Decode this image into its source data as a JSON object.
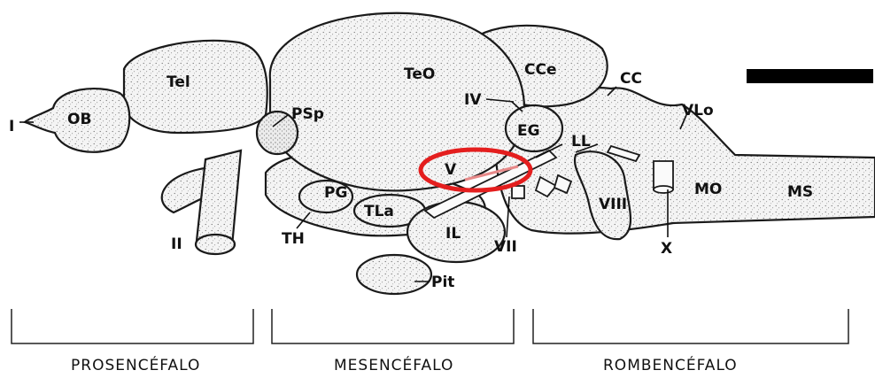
{
  "labels": {
    "OB": "OB",
    "Tel": "Tel",
    "I": "I",
    "II": "II",
    "PSp": "PSp",
    "TeO": "TeO",
    "CCe": "CCe",
    "CC": "CC",
    "IV": "IV",
    "EG": "EG",
    "LL": "LL",
    "VLo": "VLo",
    "V": "V",
    "PG": "PG",
    "TH": "TH",
    "TLa": "TLa",
    "IL": "IL",
    "VII": "VII",
    "VIII": "VIII",
    "MO": "MO",
    "MS": "MS",
    "X": "X",
    "Pit": "Pit"
  },
  "regions": {
    "prosencephalon": "PROSENCÉFALO",
    "mesencephalon": "MESENCÉFALO",
    "rhombencephalon": "ROMBENCÉFALO"
  },
  "colors": {
    "highlight_ring": "#e41e1e",
    "scale_bar": "#000000",
    "outline": "#1a1a1a"
  }
}
